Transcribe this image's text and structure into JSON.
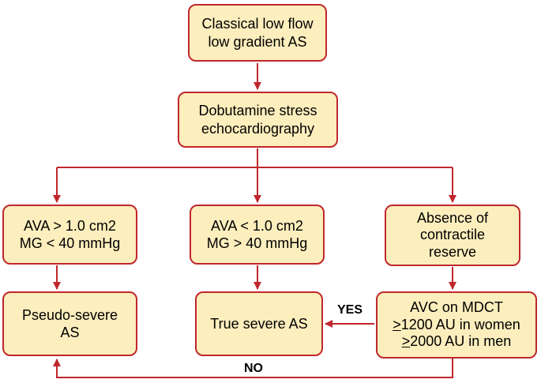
{
  "colors": {
    "box_fill": "#fdeebd",
    "box_border": "#c0272d",
    "arrow": "#c0272d"
  },
  "nodes": {
    "start": {
      "line1": "Classical low flow",
      "line2": "low gradient AS"
    },
    "dse": {
      "line1": "Dobutamine stress",
      "line2": "echocardiography"
    },
    "ava_gt": {
      "line1": "AVA > 1.0 cm2",
      "line2": "MG < 40 mmHg"
    },
    "ava_lt": {
      "line1": "AVA < 1.0 cm2",
      "line2": "MG > 40 mmHg"
    },
    "absence": {
      "line1": "Absence of",
      "line2": "contractile",
      "line3": "reserve"
    },
    "pseudo": {
      "line1": "Pseudo-severe",
      "line2": "AS"
    },
    "true_severe": {
      "line1": "True severe AS"
    },
    "avc": {
      "line1": "AVC on MDCT",
      "line2_sym": ">",
      "line2_rest": "1200 AU in women",
      "line3_sym": ">",
      "line3_rest": "2000 AU in men"
    }
  },
  "edge_labels": {
    "yes": "YES",
    "no": "NO"
  }
}
